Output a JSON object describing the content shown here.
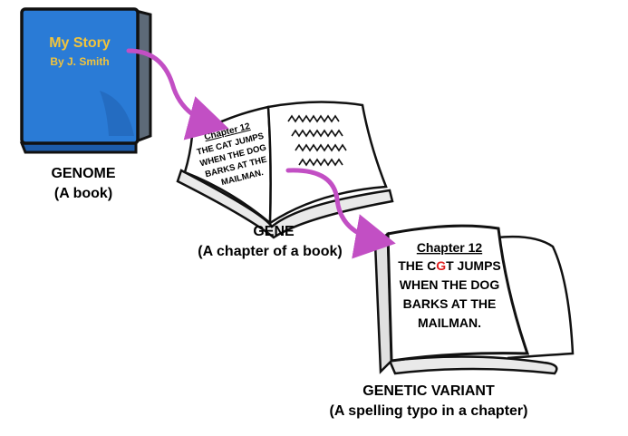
{
  "genome": {
    "cover_title": "My Story",
    "cover_author": "By J. Smith",
    "label": "GENOME",
    "sublabel": "(A book)"
  },
  "gene": {
    "page_heading": "Chapter 12",
    "page_lines": [
      "THE CAT JUMPS",
      "WHEN THE DOG",
      "BARKS AT THE",
      "MAILMAN."
    ],
    "label": "GENE",
    "sublabel": "(A chapter of a book)"
  },
  "variant": {
    "page_heading": "Chapter 12",
    "line1_before": "THE C",
    "line1_typo": "G",
    "line1_after": "T JUMPS",
    "page_lines": [
      "WHEN THE DOG",
      "BARKS AT THE",
      "MAILMAN."
    ],
    "label": "GENETIC VARIANT",
    "sublabel": "(A spelling typo in a chapter)"
  },
  "colors": {
    "book_blue": "#2a7bd6",
    "book_spine": "#1d5ba8",
    "cover_text": "#f2c43c",
    "arrow": "#c24fc4",
    "typo": "#e02020"
  }
}
